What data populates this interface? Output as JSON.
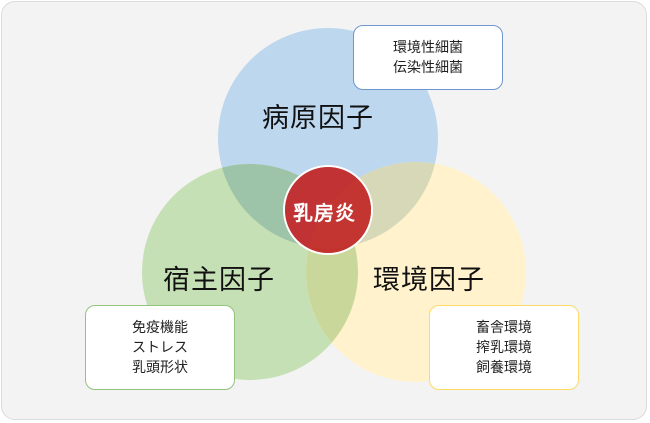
{
  "diagram": {
    "type": "venn-3",
    "center": {
      "label": "乳房炎",
      "color": "#c0302e"
    },
    "circles": [
      {
        "id": "pathogen",
        "label": "病原因子",
        "color": "#bdd7ee",
        "notes": [
          "環境性細菌",
          "伝染性細菌"
        ],
        "note_border": "#6f96cf"
      },
      {
        "id": "host",
        "label": "宿主因子",
        "color": "#c5e0b4",
        "notes": [
          "免疫機能",
          "ストレス",
          "乳頭形状"
        ],
        "note_border": "#93c47d"
      },
      {
        "id": "environment",
        "label": "環境因子",
        "color": "#fff2cc",
        "notes": [
          "畜舎環境",
          "搾乳環境",
          "飼養環境"
        ],
        "note_border": "#ffd966"
      }
    ]
  }
}
